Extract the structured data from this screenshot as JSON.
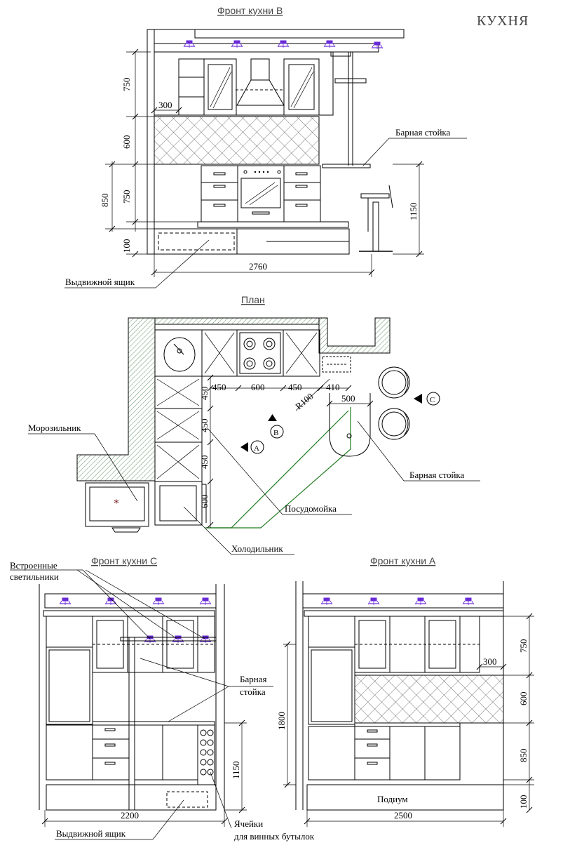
{
  "title": "КУХНЯ",
  "views": {
    "front_b": {
      "title": "Фронт кухни В",
      "dims": [
        "750",
        "600",
        "850",
        "750",
        "100",
        "300",
        "2760",
        "1150"
      ],
      "labels": {
        "bar": "Барная стойка",
        "drawer": "Выдвижной ящик"
      }
    },
    "plan": {
      "title": "План",
      "dims": [
        "450",
        "600",
        "450",
        "410",
        "500",
        "450",
        "450",
        "450",
        "600",
        "R100"
      ],
      "markers": [
        "A",
        "B",
        "C"
      ],
      "labels": {
        "freezer": "Морозильник",
        "bar": "Барная стойка",
        "dishwasher": "Посудомойка",
        "fridge": "Холодильник"
      }
    },
    "front_c": {
      "title": "Фронт кухни С",
      "dims": [
        "1150",
        "2200"
      ],
      "labels": {
        "lights_line1": "Встроенные",
        "lights_line2": "светильники",
        "bar_line1": "Барная",
        "bar_line2": "стойка",
        "wine_line1": "Ячейки",
        "wine_line2": "для винных бутылок",
        "drawer": "Выдвижной ящик"
      }
    },
    "front_a": {
      "title": "Фронт кухни А",
      "dims": [
        "750",
        "300",
        "600",
        "1800",
        "850",
        "100",
        "2500"
      ],
      "labels": {
        "podium": "Подиум"
      }
    }
  },
  "colors": {
    "lamp": "#6a2bd8",
    "bar_line": "#1e7a1e",
    "title": "#444444"
  }
}
